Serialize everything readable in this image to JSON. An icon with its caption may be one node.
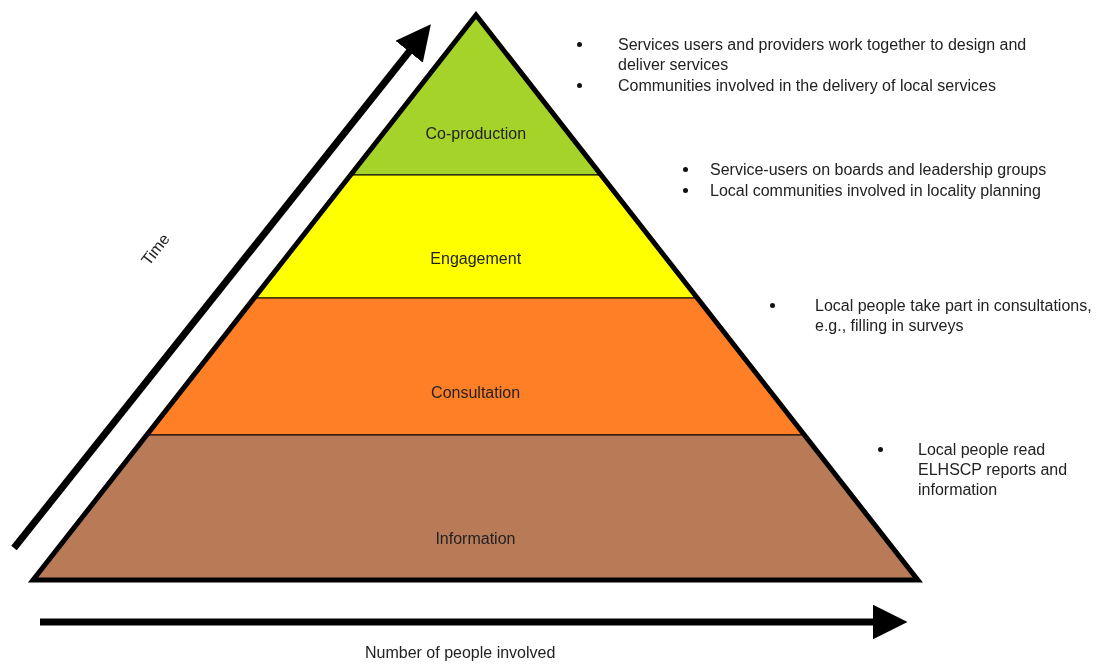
{
  "diagram": {
    "nodes": [
      {
        "text": [
          "Co-production"
        ],
        "beside": [
          "Services users and providers work together to design and deliver services",
          "Communities involved in the delivery of local services"
        ]
      },
      {
        "text": [
          "Engagement"
        ],
        "beside": [
          "Service-users on boards and leadership groups",
          "Local communities involved in locality planning"
        ]
      },
      {
        "text": [
          "Consultation"
        ],
        "beside": [
          "Local people take part in consultations, e.g., filling in surveys"
        ]
      },
      {
        "text": [
          "Information"
        ],
        "beside": [
          "Local people read ELHSCP reports and information"
        ]
      }
    ],
    "edges": [],
    "labels": [
      "Time",
      "Number of people involved"
    ]
  }
}
